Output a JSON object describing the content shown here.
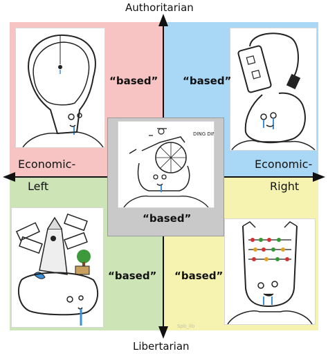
{
  "axes": {
    "top": "Authoritarian",
    "bottom": "Libertarian",
    "left_line1": "Economic-",
    "left_line2": "Left",
    "right_line1": "Economic-",
    "right_line2": "Right"
  },
  "quadrants": {
    "auth_left": {
      "caption": "“based”",
      "color": "#f8c3c3",
      "art": "wojak-hanging-brain-icon"
    },
    "auth_right": {
      "caption": "“based”",
      "color": "#a8d8f5",
      "art": "wojak-power-strip-icon"
    },
    "lib_left": {
      "caption": "“based”",
      "color": "#cde5b6",
      "art": "wojak-windmill-icon"
    },
    "lib_right": {
      "caption": "“based”",
      "color": "#f6f3b0",
      "art": "wojak-abacus-icon"
    },
    "center": {
      "caption": "“based”",
      "color": "#c9c9c9",
      "art": "wojak-bicycle-icon",
      "sound": "DING DING"
    }
  },
  "watermark": "Spb_lib"
}
